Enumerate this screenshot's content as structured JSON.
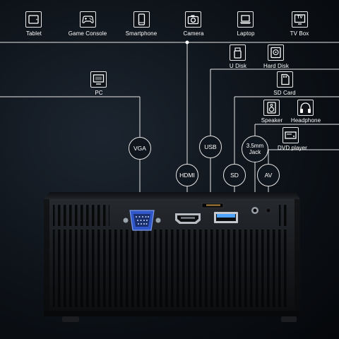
{
  "devices_top": {
    "tablet": "Tablet",
    "game_console": "Game Console",
    "smartphone": "Smartphone",
    "camera": "Camera",
    "laptop": "Laptop",
    "tv_box": "TV Box",
    "tv_box_icon_text": "TV"
  },
  "devices_right": {
    "u_disk": "U Disk",
    "hard_disk": "Hard Disk",
    "sd_card": "SD Card",
    "speaker": "Speaker",
    "headphone": "Headphone",
    "dvd_player": "DVD player"
  },
  "pc_label": "PC",
  "ports": {
    "vga": "VGA",
    "hdmi": "HDMI",
    "usb": "USB",
    "sd": "SD",
    "jack_line1": "3.5mm",
    "jack_line2": "Jack",
    "av": "AV"
  },
  "colors": {
    "line": "#e8e8e8",
    "vga_port": "#2f57c9",
    "usb_tongue": "#4da3ff"
  },
  "icons": [
    "tablet-icon",
    "game-console-icon",
    "smartphone-icon",
    "camera-icon",
    "laptop-icon",
    "tv-box-icon",
    "u-disk-icon",
    "hard-disk-icon",
    "sd-card-icon",
    "speaker-icon",
    "headphone-icon",
    "dvd-player-icon",
    "pc-icon"
  ]
}
